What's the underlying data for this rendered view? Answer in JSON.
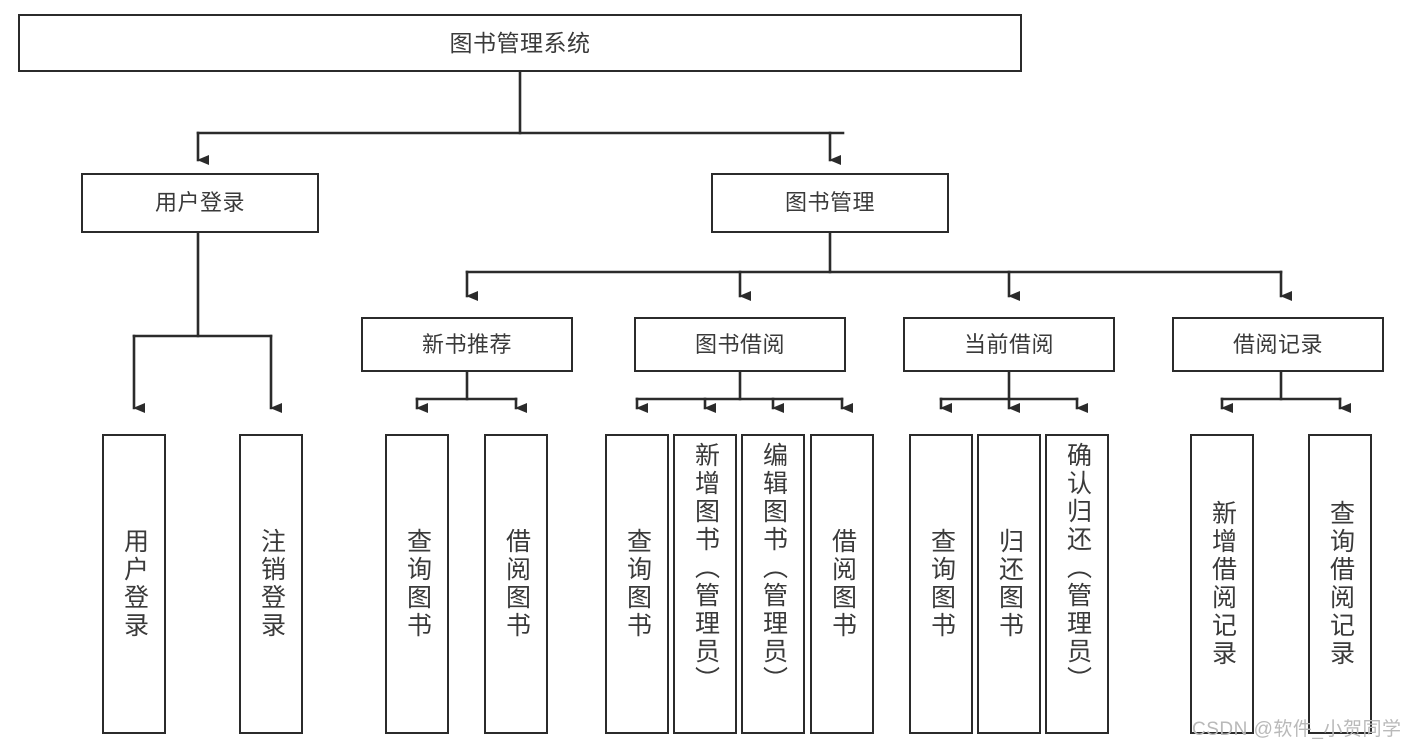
{
  "diagram": {
    "type": "hierarchy-tree",
    "title": "图书管理系统",
    "background_color": "#ffffff",
    "line_color": "#2b2b2b",
    "text_color": "#3a3a3a",
    "root": {
      "id": "root",
      "label": "图书管理系统"
    },
    "level2": [
      {
        "id": "user-login",
        "label": "用户登录"
      },
      {
        "id": "book-manage",
        "label": "图书管理"
      }
    ],
    "level3": [
      {
        "id": "new-book-rec",
        "label": "新书推荐",
        "parent": "book-manage"
      },
      {
        "id": "book-borrow",
        "label": "图书借阅",
        "parent": "book-manage"
      },
      {
        "id": "current-borrow",
        "label": "当前借阅",
        "parent": "book-manage"
      },
      {
        "id": "borrow-record",
        "label": "借阅记录",
        "parent": "book-manage"
      }
    ],
    "leaves": [
      {
        "id": "leaf-user-login",
        "label": "用户登录",
        "parent": "user-login",
        "anchor": "center"
      },
      {
        "id": "leaf-user-logout",
        "label": "注销登录",
        "parent": "user-login",
        "anchor": "center"
      },
      {
        "id": "leaf-query-book-1",
        "label": "查询图书",
        "parent": "new-book-rec",
        "anchor": "center"
      },
      {
        "id": "leaf-borrow-book-1",
        "label": "借阅图书",
        "parent": "new-book-rec",
        "anchor": "center"
      },
      {
        "id": "leaf-query-book-2",
        "label": "查询图书",
        "parent": "book-borrow",
        "anchor": "center"
      },
      {
        "id": "leaf-add-book",
        "label": "新增图书（管理员）",
        "parent": "book-borrow",
        "anchor": "top"
      },
      {
        "id": "leaf-edit-book",
        "label": "编辑图书（管理员）",
        "parent": "book-borrow",
        "anchor": "top"
      },
      {
        "id": "leaf-borrow-book-2",
        "label": "借阅图书",
        "parent": "book-borrow",
        "anchor": "center"
      },
      {
        "id": "leaf-query-book-3",
        "label": "查询图书",
        "parent": "current-borrow",
        "anchor": "center"
      },
      {
        "id": "leaf-return-book",
        "label": "归还图书",
        "parent": "current-borrow",
        "anchor": "center"
      },
      {
        "id": "leaf-confirm-return",
        "label": "确认归还（管理员）",
        "parent": "current-borrow",
        "anchor": "top"
      },
      {
        "id": "leaf-add-record",
        "label": "新增借阅记录",
        "parent": "borrow-record",
        "anchor": "center"
      },
      {
        "id": "leaf-query-record",
        "label": "查询借阅记录",
        "parent": "borrow-record",
        "anchor": "center"
      }
    ]
  },
  "watermark": {
    "text": "CSDN @软件_小贺同学"
  }
}
